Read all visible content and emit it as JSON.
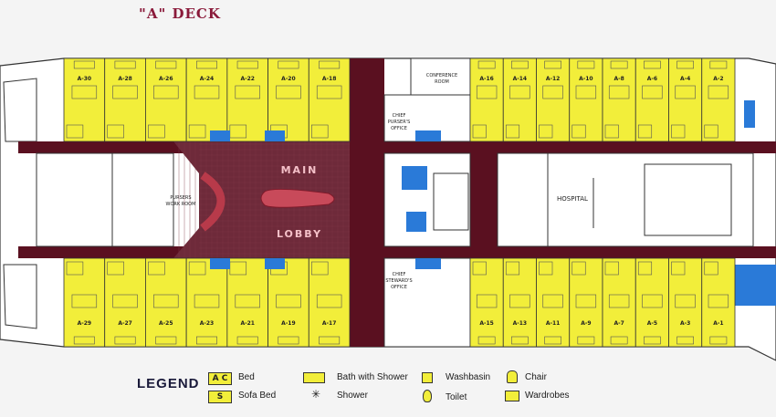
{
  "title": "\"A\" DECK",
  "lobby": {
    "top_word": "MAIN",
    "bottom_word": "LOBBY"
  },
  "rooms": {
    "pursers_work_room": [
      "PURSERS",
      "WORK ROOM"
    ],
    "conference_room": [
      "CONFERENCE",
      "ROOM"
    ],
    "chief_pursers_office": [
      "CHIEF",
      "PURSER'S",
      "OFFICE"
    ],
    "chief_stewards_office": [
      "CHIEF",
      "STEWARD'S",
      "OFFICE"
    ],
    "hospital": "HOSPITAL"
  },
  "cabins_top_left": [
    "A-30",
    "A-28",
    "A-26",
    "A-24",
    "A-22",
    "A-20",
    "A-18"
  ],
  "cabins_top_right": [
    "A-16",
    "A-14",
    "A-12",
    "A-10",
    "A-8",
    "A-6",
    "A-4",
    "A-2"
  ],
  "cabins_bottom_left": [
    "A-29",
    "A-27",
    "A-25",
    "A-23",
    "A-21",
    "A-19",
    "A-17"
  ],
  "cabins_bottom_right": [
    "A-15",
    "A-13",
    "A-11",
    "A-9",
    "A-7",
    "A-5",
    "A-3",
    "A-1"
  ],
  "legend": {
    "title": "LEGEND",
    "items": [
      {
        "symbol": "A C",
        "label": "Bed"
      },
      {
        "symbol": "S",
        "label": "Sofa Bed"
      },
      {
        "symbol": "bath-icon",
        "label": "Bath with Shower"
      },
      {
        "symbol": "shower-icon",
        "label": "Shower"
      },
      {
        "symbol": "washbasin-icon",
        "label": "Washbasin"
      },
      {
        "symbol": "toilet-icon",
        "label": "Toilet"
      },
      {
        "symbol": "chair-icon",
        "label": "Chair"
      },
      {
        "symbol": "wardrobe-icon",
        "label": "Wardrobes"
      }
    ]
  },
  "colors": {
    "cabin": "#f2ee3a",
    "corridor": "#5a1020",
    "lobby": "#6e2a3a",
    "bath": "#2a7ad8",
    "outline": "#333333"
  }
}
